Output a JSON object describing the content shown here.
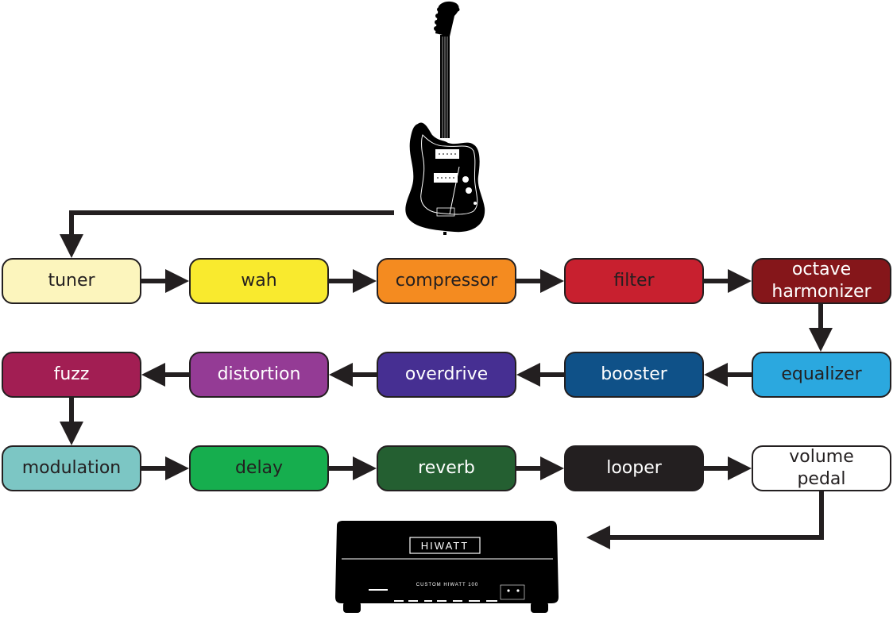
{
  "diagram": {
    "title": "Guitar pedal signal chain",
    "source": {
      "label": "electric guitar",
      "icon": "guitar-icon"
    },
    "destination": {
      "label": "HIWATT",
      "sublabel": "CUSTOM HIWATT 100",
      "icon": "amplifier-icon"
    },
    "nodes": [
      {
        "id": "tuner",
        "lines": [
          "tuner"
        ],
        "fill": "#fcf5bd",
        "text": "#231f20",
        "row": 0,
        "col": 0
      },
      {
        "id": "wah",
        "lines": [
          "wah"
        ],
        "fill": "#f9ea2e",
        "text": "#231f20",
        "row": 0,
        "col": 1
      },
      {
        "id": "compressor",
        "lines": [
          "compressor"
        ],
        "fill": "#f48b20",
        "text": "#231f20",
        "row": 0,
        "col": 2
      },
      {
        "id": "filter",
        "lines": [
          "filter"
        ],
        "fill": "#c8202f",
        "text": "#231f20",
        "row": 0,
        "col": 3
      },
      {
        "id": "octave-harmonizer",
        "lines": [
          "octave",
          "harmonizer"
        ],
        "fill": "#85161a",
        "text": "#ffffff",
        "row": 0,
        "col": 4
      },
      {
        "id": "equalizer",
        "lines": [
          "equalizer"
        ],
        "fill": "#2ba8df",
        "text": "#231f20",
        "row": 1,
        "col": 4
      },
      {
        "id": "booster",
        "lines": [
          "booster"
        ],
        "fill": "#0f5188",
        "text": "#ffffff",
        "row": 1,
        "col": 3
      },
      {
        "id": "overdrive",
        "lines": [
          "overdrive"
        ],
        "fill": "#462f92",
        "text": "#ffffff",
        "row": 1,
        "col": 2
      },
      {
        "id": "distortion",
        "lines": [
          "distortion"
        ],
        "fill": "#943b95",
        "text": "#ffffff",
        "row": 1,
        "col": 1
      },
      {
        "id": "fuzz",
        "lines": [
          "fuzz"
        ],
        "fill": "#a21e53",
        "text": "#ffffff",
        "row": 1,
        "col": 0
      },
      {
        "id": "modulation",
        "lines": [
          "modulation"
        ],
        "fill": "#7cc6c4",
        "text": "#231f20",
        "row": 2,
        "col": 0
      },
      {
        "id": "delay",
        "lines": [
          "delay"
        ],
        "fill": "#16ae4e",
        "text": "#231f20",
        "row": 2,
        "col": 1
      },
      {
        "id": "reverb",
        "lines": [
          "reverb"
        ],
        "fill": "#245f31",
        "text": "#ffffff",
        "row": 2,
        "col": 2
      },
      {
        "id": "looper",
        "lines": [
          "looper"
        ],
        "fill": "#231f20",
        "text": "#ffffff",
        "row": 2,
        "col": 3
      },
      {
        "id": "volume-pedal",
        "lines": [
          "volume",
          "pedal"
        ],
        "fill": "#ffffff",
        "text": "#231f20",
        "row": 2,
        "col": 4
      }
    ],
    "edges": [
      [
        "guitar",
        "tuner"
      ],
      [
        "tuner",
        "wah"
      ],
      [
        "wah",
        "compressor"
      ],
      [
        "compressor",
        "filter"
      ],
      [
        "filter",
        "octave-harmonizer"
      ],
      [
        "octave-harmonizer",
        "equalizer"
      ],
      [
        "equalizer",
        "booster"
      ],
      [
        "booster",
        "overdrive"
      ],
      [
        "overdrive",
        "distortion"
      ],
      [
        "distortion",
        "fuzz"
      ],
      [
        "fuzz",
        "modulation"
      ],
      [
        "modulation",
        "delay"
      ],
      [
        "delay",
        "reverb"
      ],
      [
        "reverb",
        "looper"
      ],
      [
        "looper",
        "volume-pedal"
      ],
      [
        "volume-pedal",
        "amplifier"
      ]
    ],
    "arrow_color": "#231f20"
  }
}
